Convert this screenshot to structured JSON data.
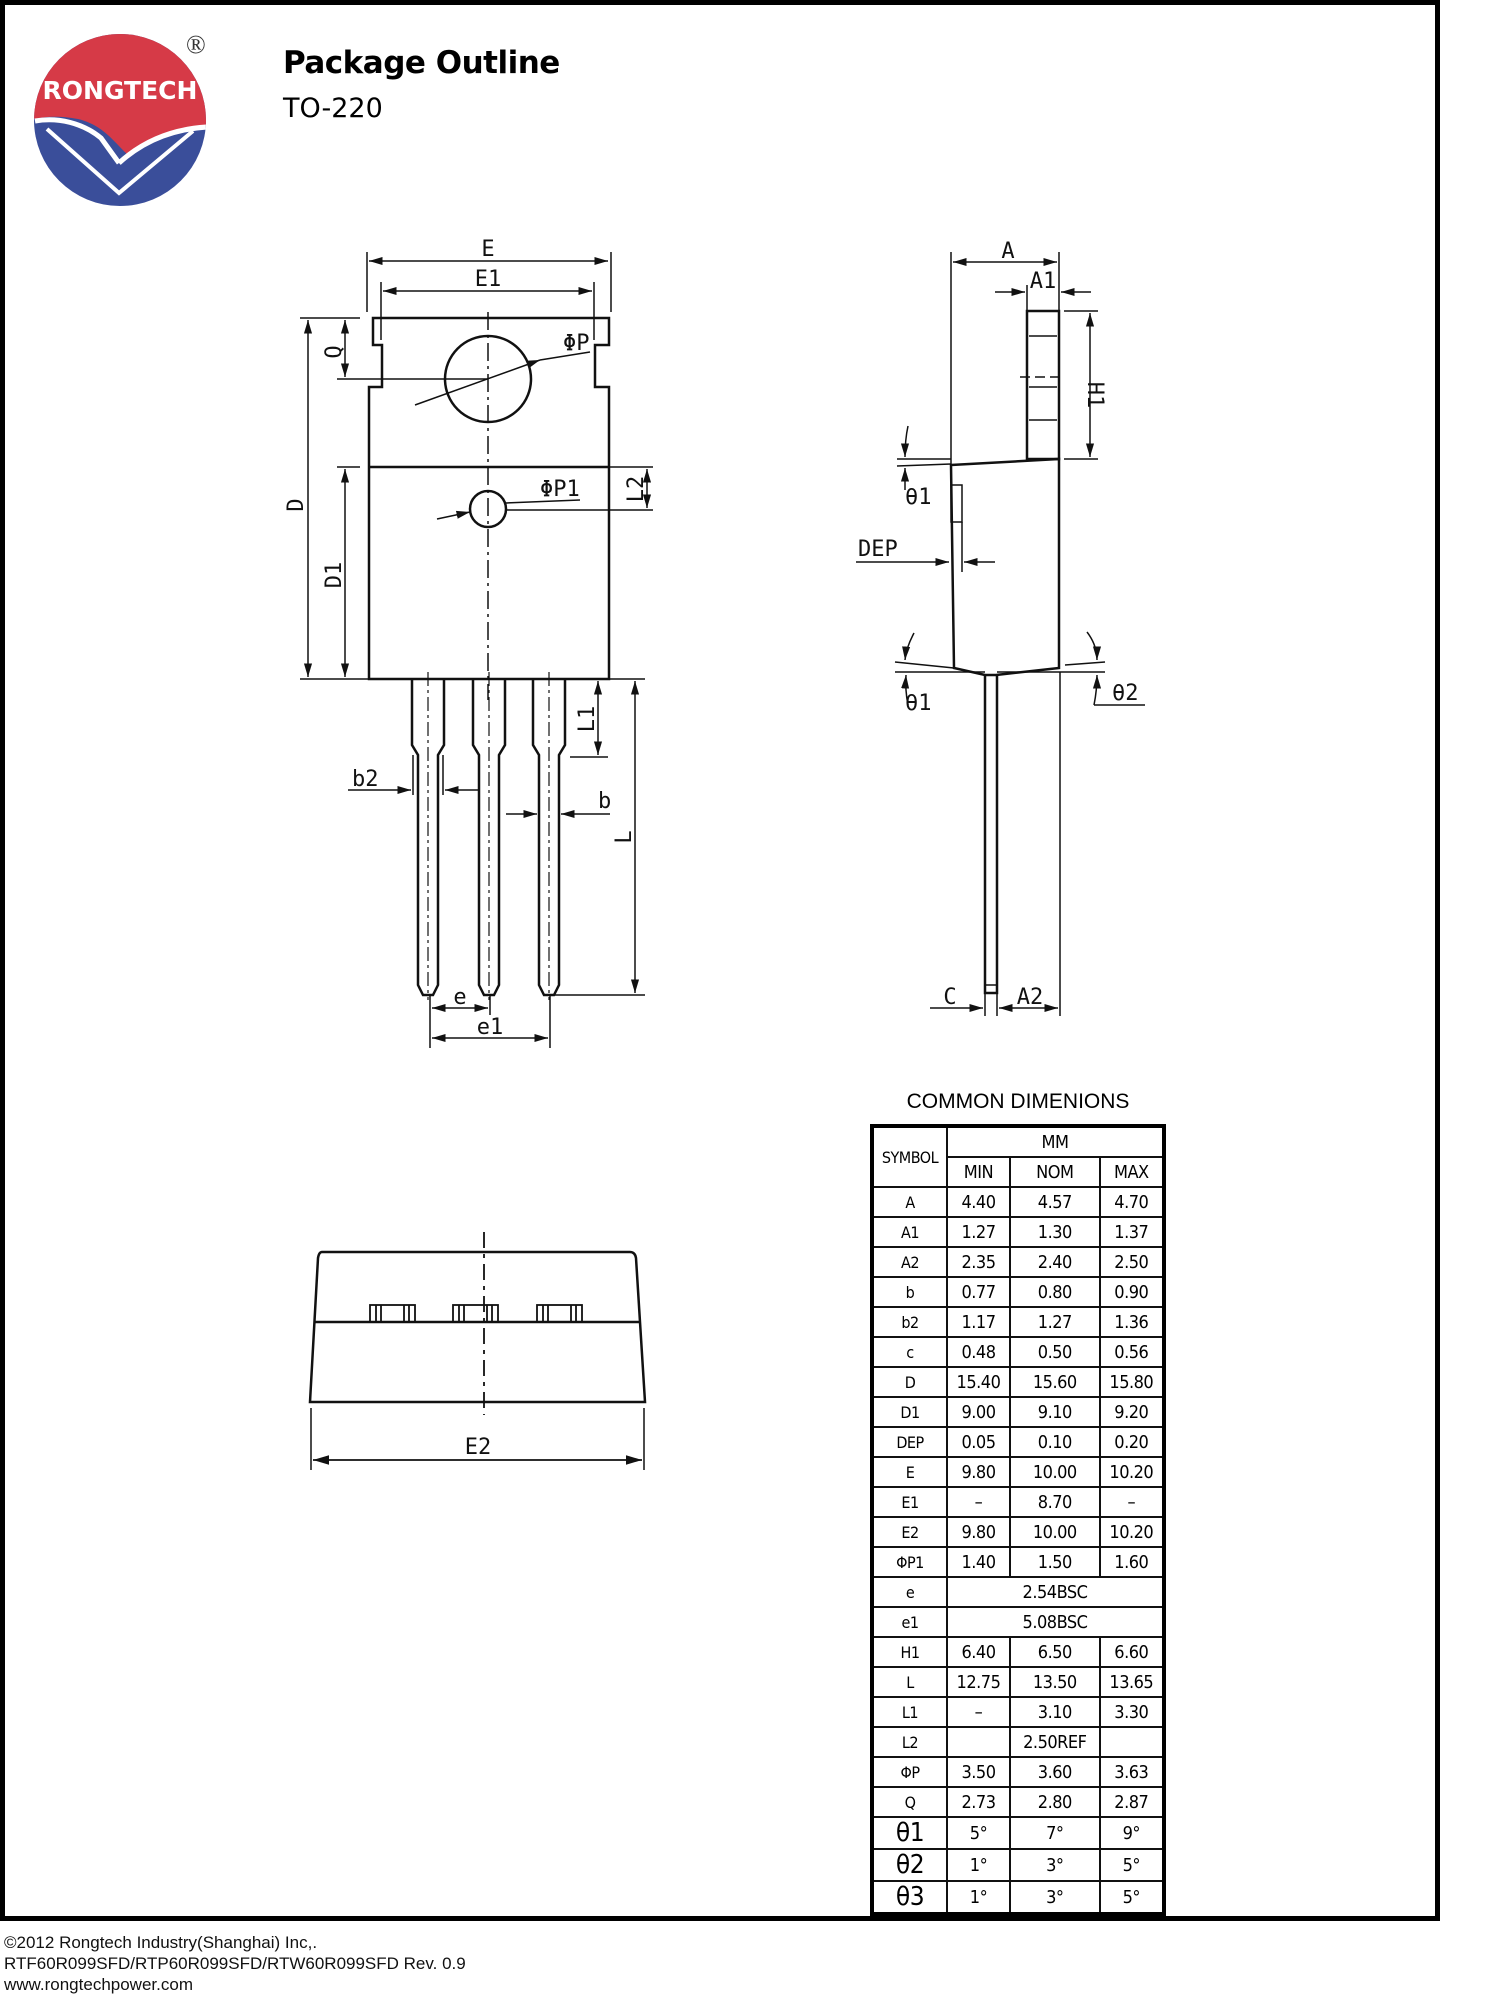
{
  "header": {
    "brand": "RONGTECH",
    "registered_mark": "®",
    "title": "Package Outline",
    "package": "TO-220",
    "brand_colors": {
      "red": "#d63a47",
      "blue": "#3a4e9a"
    }
  },
  "drawing_labels": {
    "front": {
      "E": "E",
      "E1": "E1",
      "Q": "Q",
      "phiP": "ΦP",
      "phiP1": "ΦP1",
      "L2": "L2",
      "D": "D",
      "D1": "D1",
      "L1": "L1",
      "b2": "b2",
      "b": "b",
      "L": "L",
      "e": "e",
      "e1": "e1"
    },
    "side": {
      "A": "A",
      "A1": "A1",
      "H1": "H1",
      "theta1_top": "θ1",
      "DEP": "DEP",
      "theta1_bottom": "θ1",
      "theta2": "θ2",
      "C": "C",
      "A2": "A2"
    },
    "bottom": {
      "E2": "E2"
    }
  },
  "table": {
    "caption": "COMMON DIMENIONS",
    "header": {
      "symbol": "SYMBOL",
      "unit": "MM",
      "min": "MIN",
      "nom": "NOM",
      "max": "MAX"
    },
    "rows": [
      {
        "symbol": "A",
        "min": "4.40",
        "nom": "4.57",
        "max": "4.70"
      },
      {
        "symbol": "A1",
        "min": "1.27",
        "nom": "1.30",
        "max": "1.37"
      },
      {
        "symbol": "A2",
        "min": "2.35",
        "nom": "2.40",
        "max": "2.50"
      },
      {
        "symbol": "b",
        "min": "0.77",
        "nom": "0.80",
        "max": "0.90"
      },
      {
        "symbol": "b2",
        "min": "1.17",
        "nom": "1.27",
        "max": "1.36"
      },
      {
        "symbol": "c",
        "min": "0.48",
        "nom": "0.50",
        "max": "0.56"
      },
      {
        "symbol": "D",
        "min": "15.40",
        "nom": "15.60",
        "max": "15.80"
      },
      {
        "symbol": "D1",
        "min": "9.00",
        "nom": "9.10",
        "max": "9.20"
      },
      {
        "symbol": "DEP",
        "min": "0.05",
        "nom": "0.10",
        "max": "0.20"
      },
      {
        "symbol": "E",
        "min": "9.80",
        "nom": "10.00",
        "max": "10.20"
      },
      {
        "symbol": "E1",
        "min": "–",
        "nom": "8.70",
        "max": "–"
      },
      {
        "symbol": "E2",
        "min": "9.80",
        "nom": "10.00",
        "max": "10.20"
      },
      {
        "symbol": "ΦP1",
        "min": "1.40",
        "nom": "1.50",
        "max": "1.60"
      },
      {
        "symbol": "e",
        "span": "2.54BSC"
      },
      {
        "symbol": "e1",
        "span": "5.08BSC"
      },
      {
        "symbol": "H1",
        "min": "6.40",
        "nom": "6.50",
        "max": "6.60"
      },
      {
        "symbol": "L",
        "min": "12.75",
        "nom": "13.50",
        "max": "13.65"
      },
      {
        "symbol": "L1",
        "min": "–",
        "nom": "3.10",
        "max": "3.30"
      },
      {
        "symbol": "L2",
        "min": "",
        "nom": "2.50REF",
        "max": ""
      },
      {
        "symbol": "ΦP",
        "min": "3.50",
        "nom": "3.60",
        "max": "3.63"
      },
      {
        "symbol": "Q",
        "min": "2.73",
        "nom": "2.80",
        "max": "2.87"
      },
      {
        "symbol": "θ1",
        "min": "5°",
        "nom": "7°",
        "max": "9°"
      },
      {
        "symbol": "θ2",
        "min": "1°",
        "nom": "3°",
        "max": "5°"
      },
      {
        "symbol": "θ3",
        "min": "1°",
        "nom": "3°",
        "max": "5°"
      }
    ]
  },
  "footer": {
    "copyright": "©2012 Rongtech Industry(Shanghai) Inc,.",
    "part_numbers": "RTF60R099SFD/RTP60R099SFD/RTW60R099SFD Rev. 0.9",
    "website": "www.rongtechpower.com"
  }
}
